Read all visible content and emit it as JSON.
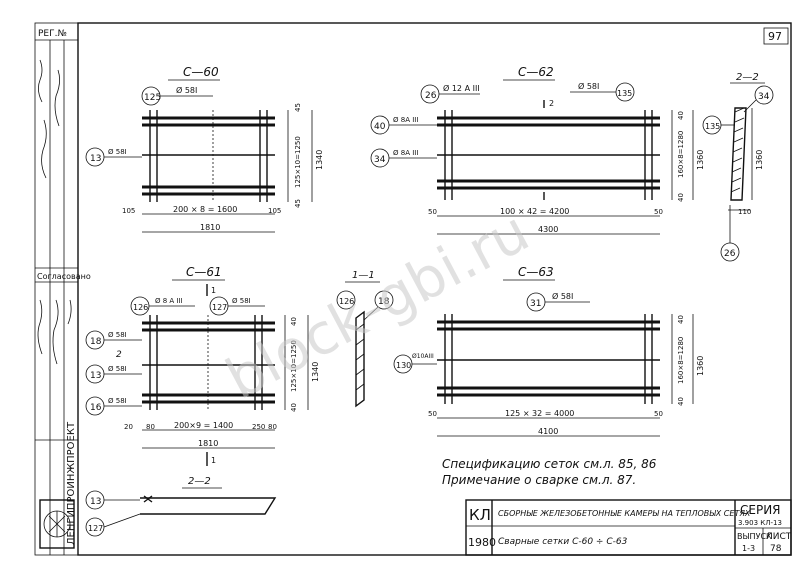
{
  "page_number": "97",
  "left_strip": {
    "reg_no": "РЕГ.№",
    "agreed": "Согласовано",
    "institute": "ЛЕНГИПРОИНЖПРОЕКТ"
  },
  "views": {
    "c60": {
      "title": "С—60",
      "callout_top": "125",
      "callout_left": "13",
      "bar_top": "Ø 58I",
      "bar_left": "Ø 58I",
      "dim_spacing": "200 × 8 = 1600",
      "dim_end_left": "105",
      "dim_end_right": "105",
      "dim_total": "1810",
      "dim_right_a": "45",
      "dim_right_b": "125×10=1250",
      "dim_right_c": "45",
      "dim_height": "1340"
    },
    "c62": {
      "title": "С—62",
      "callout_26": "26",
      "bar_26": "Ø 12 A III",
      "callout_135": "135",
      "bar_135": "Ø 58I",
      "callout_40": "40",
      "bar_40": "Ø 8A III",
      "callout_34": "34",
      "bar_34": "Ø 8A III",
      "section_mark": "2",
      "dim_spacing": "100 × 42 = 4200",
      "dim_end_left": "50",
      "dim_end_right": "50",
      "dim_total": "4300",
      "dim_right_a": "40",
      "dim_right_b": "160×8=1280",
      "dim_right_c": "40",
      "dim_height": "1360"
    },
    "sec22_top": {
      "title": "2—2",
      "callout_34": "34",
      "callout_135": "135",
      "callout_26": "26",
      "dim_height": "1360",
      "dim_base": "110"
    },
    "c61": {
      "title": "С—61",
      "section_mark": "1",
      "callout_126": "126",
      "bar_126": "Ø 8 A III",
      "callout_127": "127",
      "bar_127": "Ø 58I",
      "callout_18": "18",
      "bar_18": "Ø 58I",
      "callout_13": "13",
      "bar_13": "Ø 58I",
      "callout_16": "16",
      "bar_16": "Ø 58I",
      "mark_2": "2",
      "dim_spacing": "200×9 = 1400",
      "dim_left_a": "20",
      "dim_left_b": "80",
      "dim_right_a": "250",
      "dim_right_b": "80",
      "dim_total": "1810",
      "dim_side_a": "40",
      "dim_side_b": "125×10=1250",
      "dim_side_c": "40",
      "dim_height": "1340"
    },
    "sec11": {
      "title": "1—1",
      "callout_126": "126",
      "callout_18": "18"
    },
    "c63": {
      "title": "С—63",
      "callout_31": "31",
      "bar_31": "Ø 58I",
      "callout_130": "130",
      "bar_130": "Ø10AIII",
      "dim_spacing": "125 × 32 = 4000",
      "dim_end_left": "50",
      "dim_end_right": "50",
      "dim_total": "4100",
      "dim_right_a": "40",
      "dim_right_b": "160×8=1280",
      "dim_right_c": "40",
      "dim_height": "1360"
    },
    "sec22_bottom": {
      "title": "2—2",
      "callout_13": "13",
      "callout_127": "127"
    }
  },
  "notes": {
    "line1": "Спецификацию сеток см.л. 85, 86",
    "line2": "Примечание о сварке см.л. 87."
  },
  "title_block": {
    "code": "КЛ",
    "year": "1980",
    "title_main": "СБОРНЫЕ ЖЕЛЕЗОБЕТОННЫЕ КАМЕРЫ НА ТЕПЛОВЫХ СЕТЯХ",
    "title_sub": "Сварные сетки   С-60 ÷ С-63",
    "series_label": "СЕРИЯ",
    "series_value": "3.903 КЛ-13",
    "issue_label": "ВЫПУСК",
    "issue_value": "1-3",
    "sheet_label": "ЛИСТ",
    "sheet_value": "78"
  },
  "watermark": "block-gbi.ru"
}
